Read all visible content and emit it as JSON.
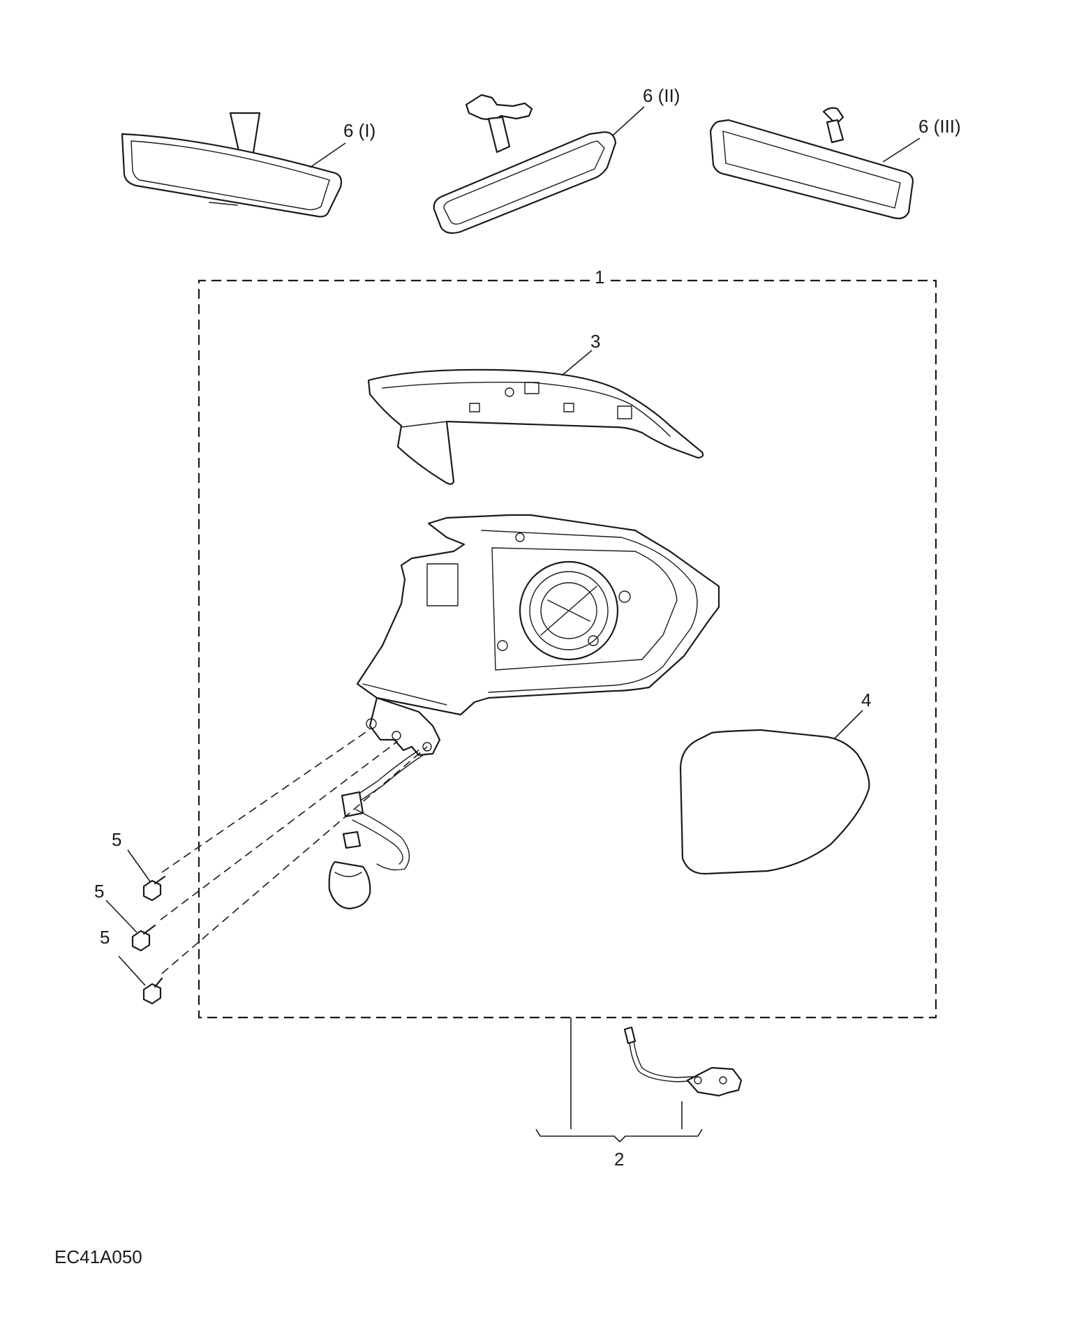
{
  "callouts": {
    "c1": "1",
    "c2": "2",
    "c3": "3",
    "c4": "4",
    "c5a": "5",
    "c5b": "5",
    "c5c": "5",
    "c6i": "6 (I)",
    "c6ii": "6 (II)",
    "c6iii": "6 (III)"
  },
  "figure_code": "EC41A050"
}
